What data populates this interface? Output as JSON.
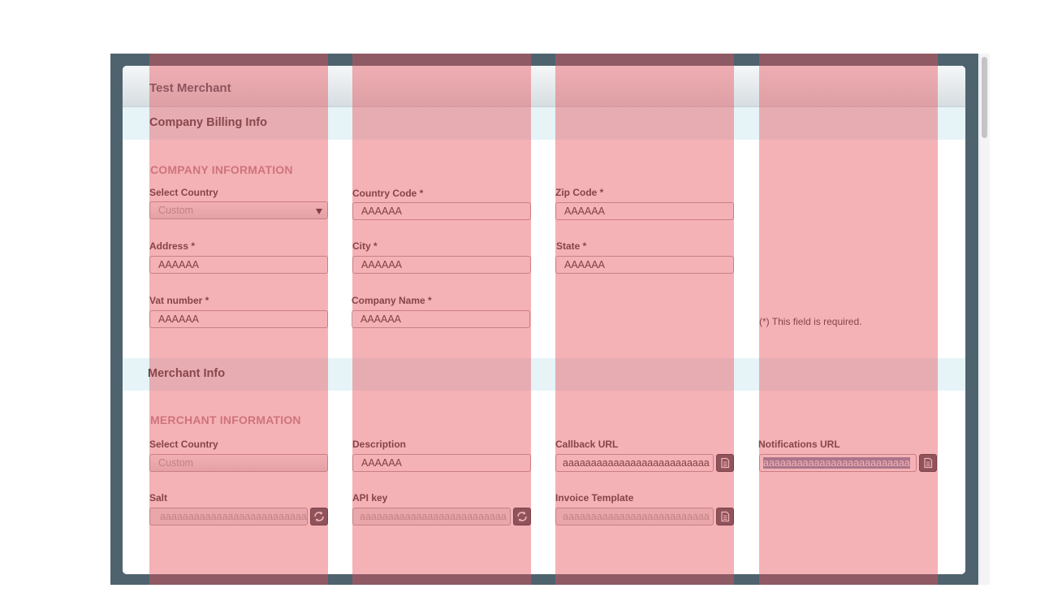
{
  "panel": {
    "title": "Test Merchant"
  },
  "billing": {
    "section_title": "Company Billing Info",
    "sub_title": "COMPANY INFORMATION",
    "select_country": {
      "label": "Select Country",
      "value": "Custom"
    },
    "country_code": {
      "label": "Country Code *",
      "value": "AAAAAA"
    },
    "zip_code": {
      "label": "Zip Code *",
      "value": "AAAAAA"
    },
    "address": {
      "label": "Address *",
      "value": "AAAAAA"
    },
    "city": {
      "label": "City *",
      "value": "AAAAAA"
    },
    "state": {
      "label": "State *",
      "value": "AAAAAA"
    },
    "vat_number": {
      "label": "Vat number *",
      "value": "AAAAAA"
    },
    "company_name": {
      "label": "Company Name *",
      "value": "AAAAAA"
    },
    "required_note": "(*) This field is required."
  },
  "merchant": {
    "section_title": "Merchant Info",
    "sub_title": "MERCHANT INFORMATION",
    "select_country": {
      "label": "Select Country",
      "value": "Custom"
    },
    "description": {
      "label": "Description",
      "value": "AAAAAA"
    },
    "callback_url": {
      "label": "Callback URL",
      "value": "aaaaaaaaaaaaaaaaaaaaaaaaaa"
    },
    "notifications_url": {
      "label": "Notifications URL",
      "value": "aaaaaaaaaaaaaaaaaaaaaaaaaa"
    },
    "salt": {
      "label": "Salt",
      "value": "aaaaaaaaaaaaaaaaaaaaaaaaaa"
    },
    "api_key": {
      "label": "API key",
      "value": "aaaaaaaaaaaaaaaaaaaaaaaaaa"
    },
    "invoice_template": {
      "label": "Invoice Template",
      "value": "aaaaaaaaaaaaaaaaaaaaaaaaaa"
    }
  },
  "icons": {
    "copy": "copy-document-icon",
    "refresh": "refresh-icon",
    "dropdown": "chevron-down-icon"
  },
  "colors": {
    "backdrop": "#4e636e",
    "section_bar": "#e6f4f8",
    "overlay": "#e65058",
    "subtitle": "#bd8f98",
    "icon_button": "#4b565d"
  }
}
